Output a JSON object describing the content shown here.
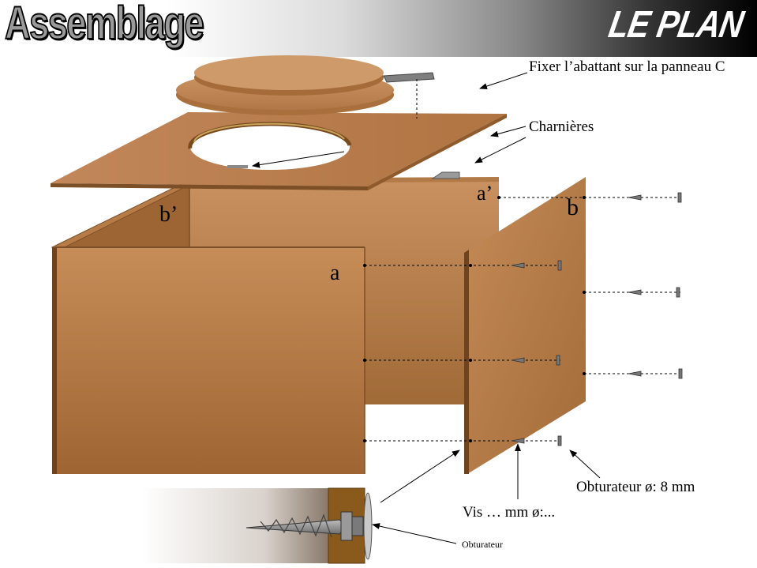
{
  "header": {
    "title": "Assemblage",
    "subtitle": "LE PLAN"
  },
  "labels": {
    "fix_lid": "Fixer l’abattant sur la panneau C",
    "hinges": "Charnières",
    "corner_a_prime": "a’",
    "corner_b_prime": "b’",
    "corner_a": "a",
    "corner_b": "b",
    "plug": "Obturateur ø: 8 mm",
    "screw": "Vis … mm ø:...",
    "plug_small": "Obturateur"
  },
  "colors": {
    "wood_light": "#c48a58",
    "wood_mid": "#b57a47",
    "wood_dark": "#8f5a2c",
    "wood_edge": "#6e4420"
  }
}
